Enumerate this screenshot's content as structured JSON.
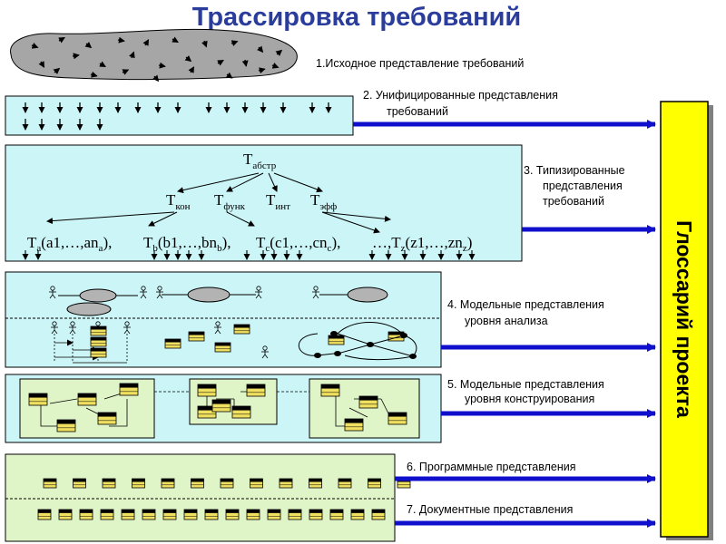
{
  "title": "Трассировка требований",
  "stages": [
    {
      "label": "1.Исходное представление требований"
    },
    {
      "label_lines": [
        "2. Унифицированные представления",
        "требований"
      ]
    },
    {
      "label_lines": [
        "3. Типизированные",
        "представления",
        "требований"
      ]
    },
    {
      "label_lines": [
        "4. Модельные представления",
        "уровня анализа"
      ]
    },
    {
      "label_lines": [
        "5. Модельные представления",
        "уровня конструирования"
      ]
    },
    {
      "label": "6. Программные представления"
    },
    {
      "label": "7. Документные представления"
    }
  ],
  "glossary": "Глоссарий проекта",
  "typed": {
    "root": {
      "base": "T",
      "sub": "абстр"
    },
    "mid": [
      {
        "base": "T",
        "sub": "кон"
      },
      {
        "base": "T",
        "sub": "функ"
      },
      {
        "base": "T",
        "sub": "инт"
      },
      {
        "base": "T",
        "sub": "эфф"
      }
    ],
    "bottom": [
      {
        "base": "T",
        "sub": "a",
        "open": "(a1,…,an",
        "sub2": "a",
        "close": "),"
      },
      {
        "base": "T",
        "sub": "b",
        "open": "(b1,…,bn",
        "sub2": "b",
        "close": "),"
      },
      {
        "base": "T",
        "sub": "c",
        "open": "(c1,…,cn",
        "sub2": "c",
        "close": "),"
      },
      {
        "base": "…,T",
        "sub": "z",
        "open": "(z1,…,zn",
        "sub2": "z",
        "close": ")"
      }
    ]
  },
  "colors": {
    "title": "#2b3d9c",
    "panel_cyan": "#ccf5f7",
    "panel_green": "#dff5c8",
    "glossary_fill": "#ffff00",
    "arrow": "#1010cc",
    "cloud": "#a6a6a6",
    "ellipse": "#b3b3b3",
    "component": "#f0e060"
  }
}
